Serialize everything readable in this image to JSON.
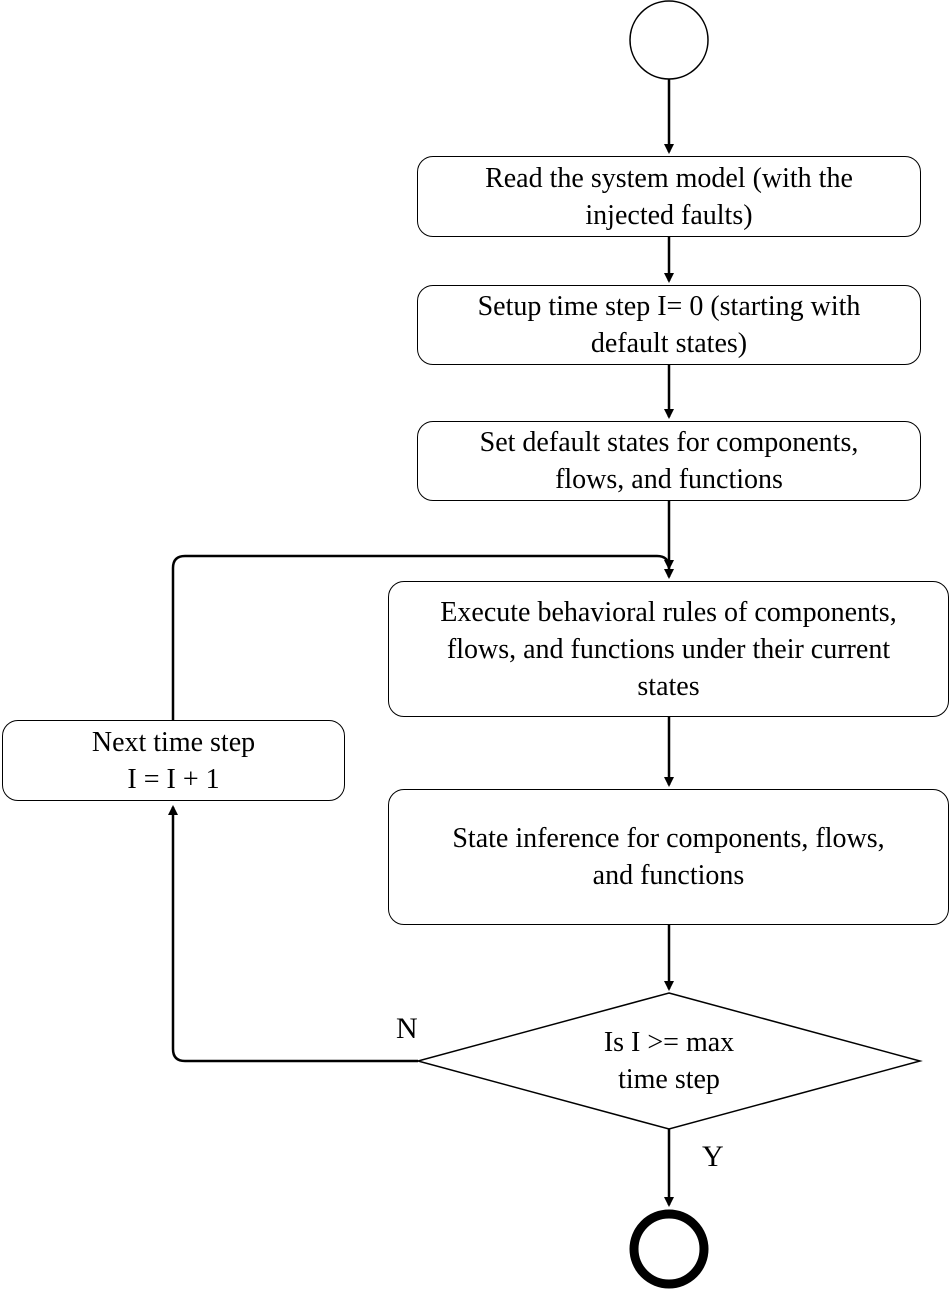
{
  "flowchart": {
    "read_model": "Read  the system model (with the\ninjected faults)",
    "setup_step": "Setup time step I= 0 (starting with\ndefault states)",
    "set_defaults": "Set default states for components,\nflows, and functions",
    "execute_rules": "Execute behavioral rules of components,\nflows, and functions under their current\nstates",
    "next_step": "Next time step\nI = I + 1",
    "state_inference": "State inference for components, flows,\nand functions",
    "decision": "Is I >= max\ntime step",
    "no_label": "N",
    "yes_label": "Y"
  }
}
